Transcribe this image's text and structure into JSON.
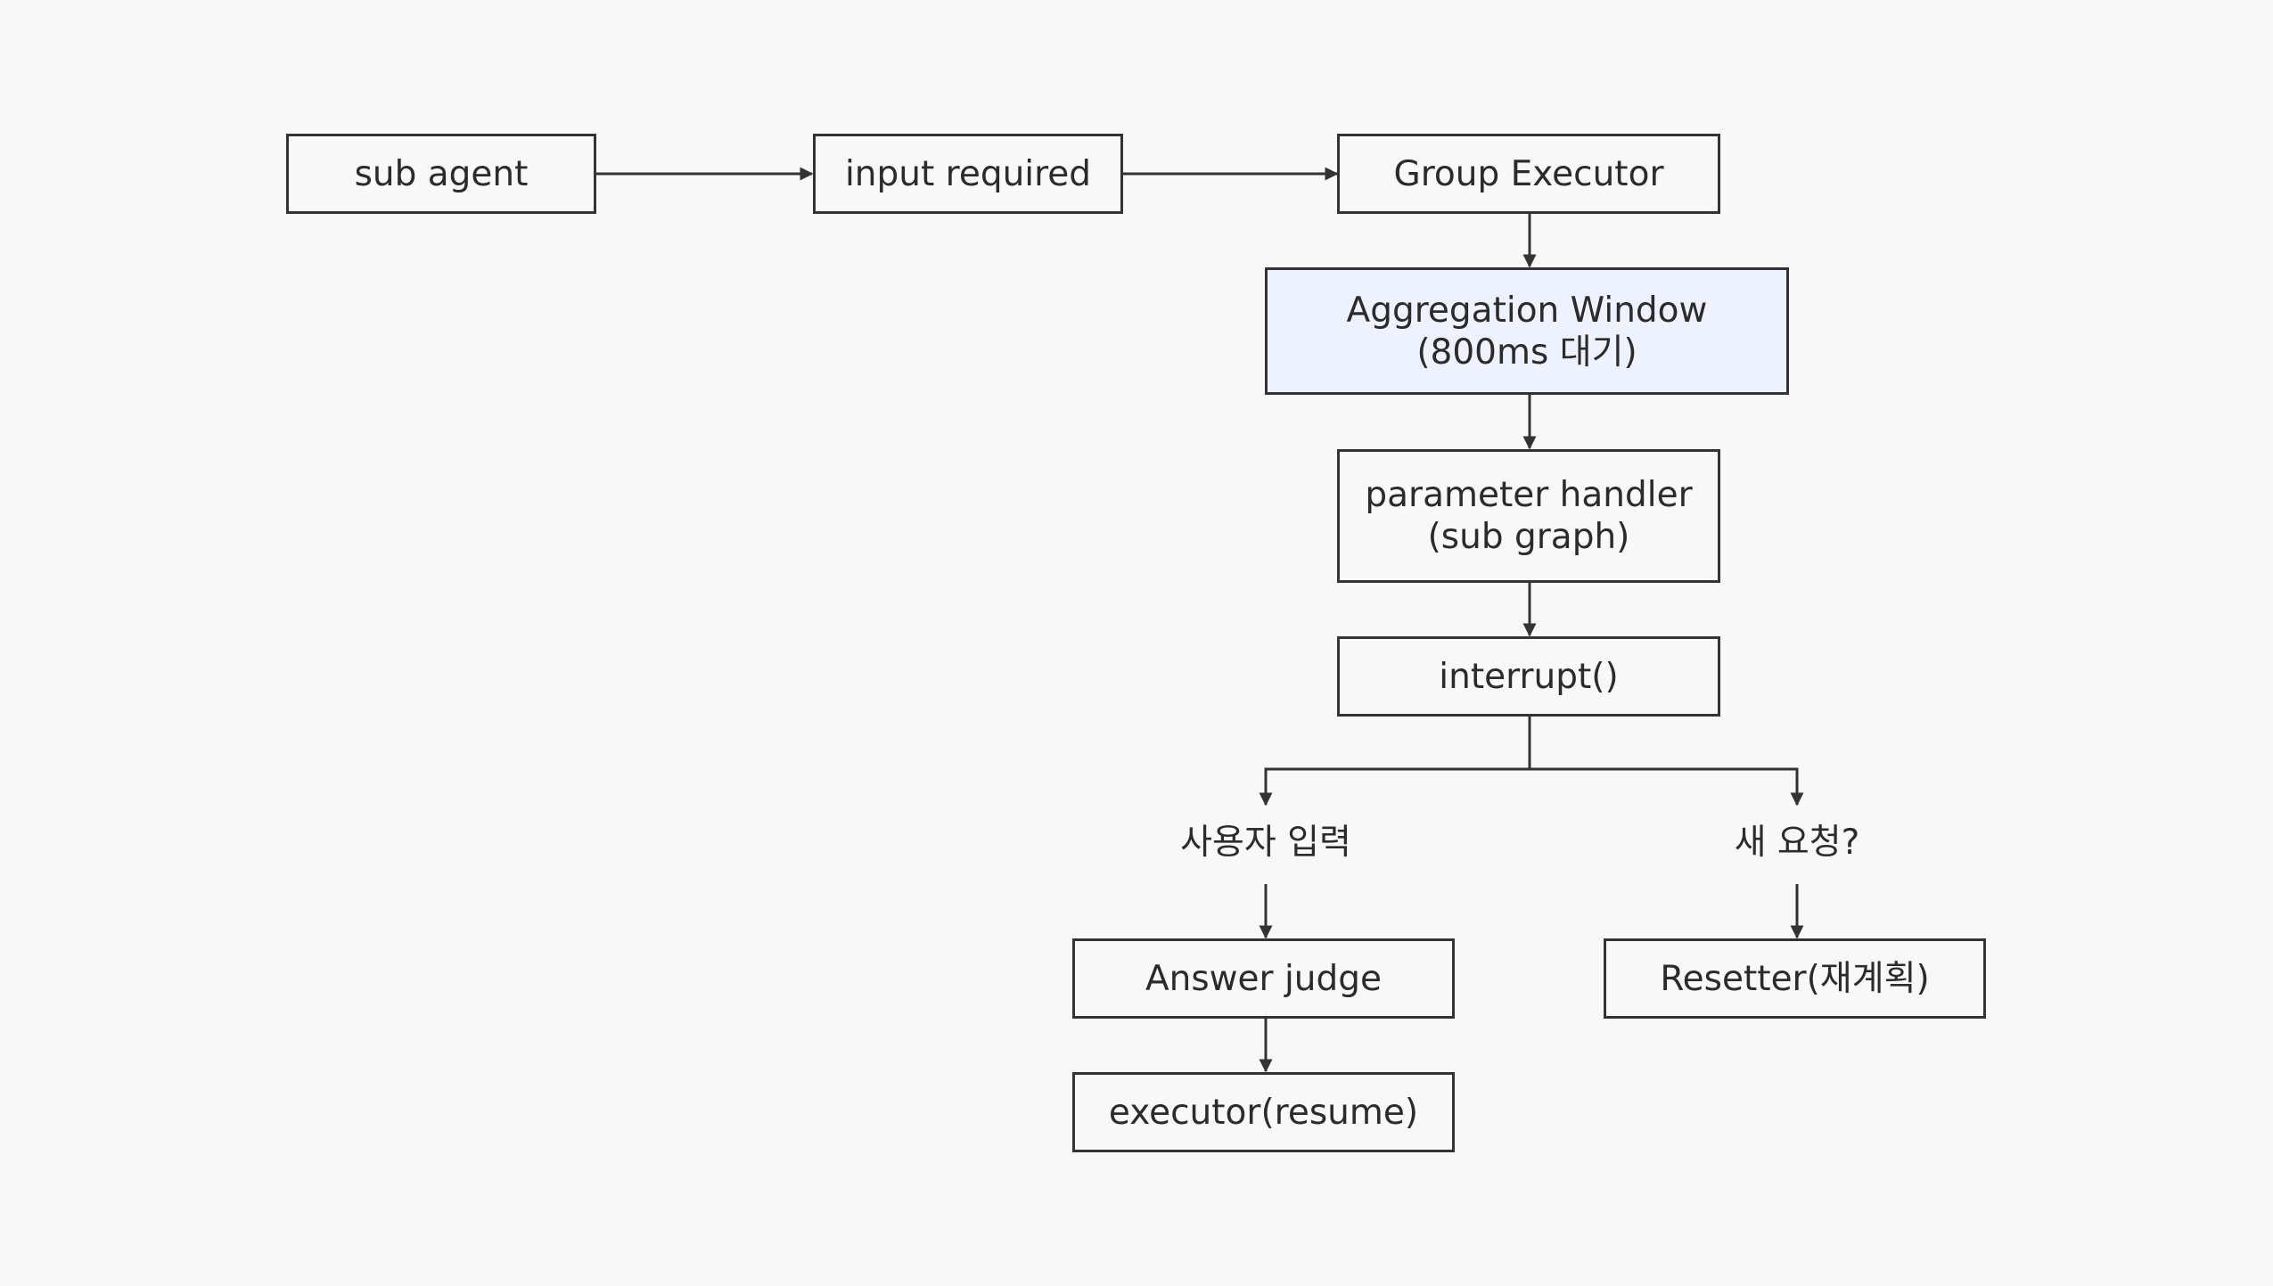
{
  "diagram": {
    "nodes": {
      "sub_agent": {
        "label": "sub agent"
      },
      "input_required": {
        "label": "input required"
      },
      "group_executor": {
        "label": "Group Executor"
      },
      "aggregation_window": {
        "line1": "Aggregation Window",
        "line2": "(800ms 대기)"
      },
      "parameter_handler": {
        "line1": "parameter handler",
        "line2": "(sub graph)"
      },
      "interrupt": {
        "label": "interrupt()"
      },
      "answer_judge": {
        "label": "Answer judge"
      },
      "executor_resume": {
        "label": "executor(resume)"
      },
      "resetter": {
        "label": "Resetter(재계획)"
      }
    },
    "branch_labels": {
      "user_input": "사용자 입력",
      "new_request": "새 요청?"
    },
    "edges": [
      {
        "from": "sub_agent",
        "to": "input_required"
      },
      {
        "from": "input_required",
        "to": "group_executor"
      },
      {
        "from": "group_executor",
        "to": "aggregation_window"
      },
      {
        "from": "aggregation_window",
        "to": "parameter_handler"
      },
      {
        "from": "parameter_handler",
        "to": "interrupt"
      },
      {
        "from": "interrupt",
        "to": "user_input"
      },
      {
        "from": "interrupt",
        "to": "new_request"
      },
      {
        "from": "user_input",
        "to": "answer_judge"
      },
      {
        "from": "new_request",
        "to": "resetter"
      },
      {
        "from": "answer_judge",
        "to": "executor_resume"
      }
    ],
    "colors": {
      "background": "#f8f8f8",
      "stroke": "#333333",
      "text": "#2b2b2b",
      "highlight_fill": "#eef1fe"
    }
  }
}
